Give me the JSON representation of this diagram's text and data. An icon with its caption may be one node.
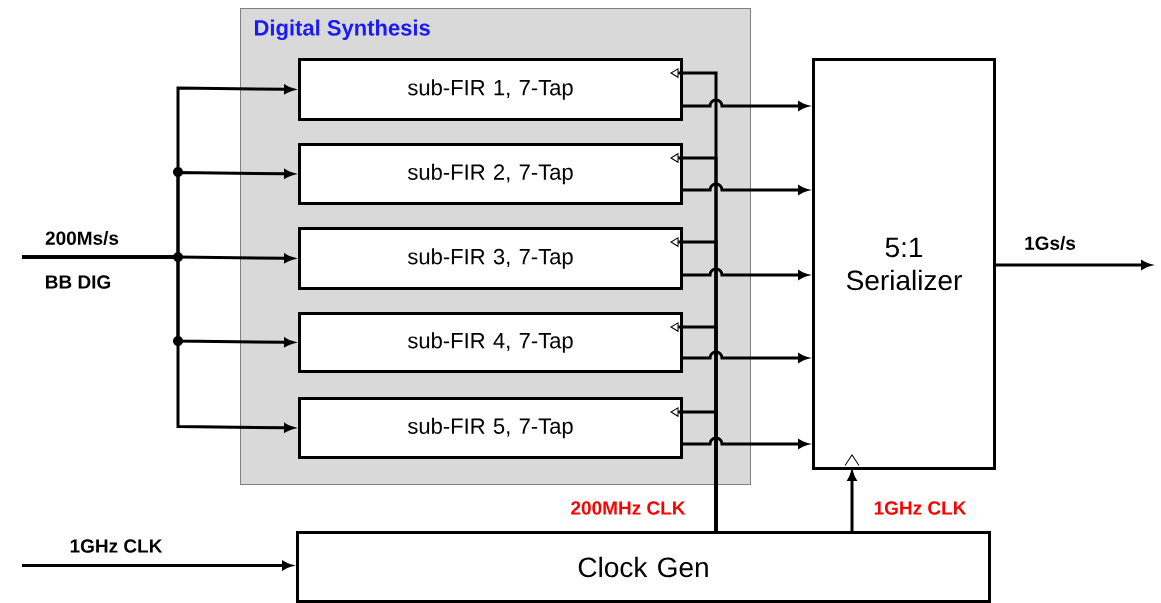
{
  "diagram": {
    "nodes": [
      {
        "text": [
          "Digital Synthesis"
        ]
      },
      {
        "text": [
          "sub-FIR 1, 7-Tap"
        ],
        "in": 0
      },
      {
        "text": [
          "sub-FIR 2, 7-Tap"
        ],
        "in": 0
      },
      {
        "text": [
          "sub-FIR 3, 7-Tap"
        ],
        "in": 0
      },
      {
        "text": [
          "sub-FIR 4, 7-Tap"
        ],
        "in": 0
      },
      {
        "text": [
          "sub-FIR 5, 7-Tap"
        ],
        "in": 0
      },
      {
        "text": [
          "5:1 Serializer"
        ]
      },
      {
        "text": [
          "Clock Gen"
        ]
      }
    ],
    "edges": [
      {
        "from": null,
        "to": 1,
        "arrow": "to"
      },
      {
        "from": null,
        "to": 2,
        "arrow": "to"
      },
      {
        "from": null,
        "to": 3,
        "arrow": "to"
      },
      {
        "from": null,
        "to": 4,
        "arrow": "to"
      },
      {
        "from": null,
        "to": 5,
        "arrow": "to"
      },
      {
        "from": 1,
        "to": 6,
        "arrow": "to"
      },
      {
        "from": 2,
        "to": 6,
        "arrow": "to"
      },
      {
        "from": 3,
        "to": 6,
        "arrow": "to"
      },
      {
        "from": 4,
        "to": 6,
        "arrow": "to"
      },
      {
        "from": 5,
        "to": 6,
        "arrow": "to"
      },
      {
        "from": 7,
        "to": 1,
        "arrow": "to"
      },
      {
        "from": 7,
        "to": 2,
        "arrow": "to"
      },
      {
        "from": 7,
        "to": 3,
        "arrow": "to"
      },
      {
        "from": 7,
        "to": 4,
        "arrow": "to"
      },
      {
        "from": 7,
        "to": 5,
        "arrow": "to"
      },
      {
        "from": 7,
        "to": 6,
        "arrow": "to",
        "label": "1GHz CLK"
      },
      {
        "from": null,
        "to": 7,
        "arrow": "to",
        "label": "1GHz CLK"
      },
      {
        "from": 6,
        "to": null,
        "arrow": "to",
        "label": "1Gs/s"
      }
    ],
    "labels": [
      "200Ms/s",
      "BB DIG",
      "200MHz CLK"
    ]
  }
}
